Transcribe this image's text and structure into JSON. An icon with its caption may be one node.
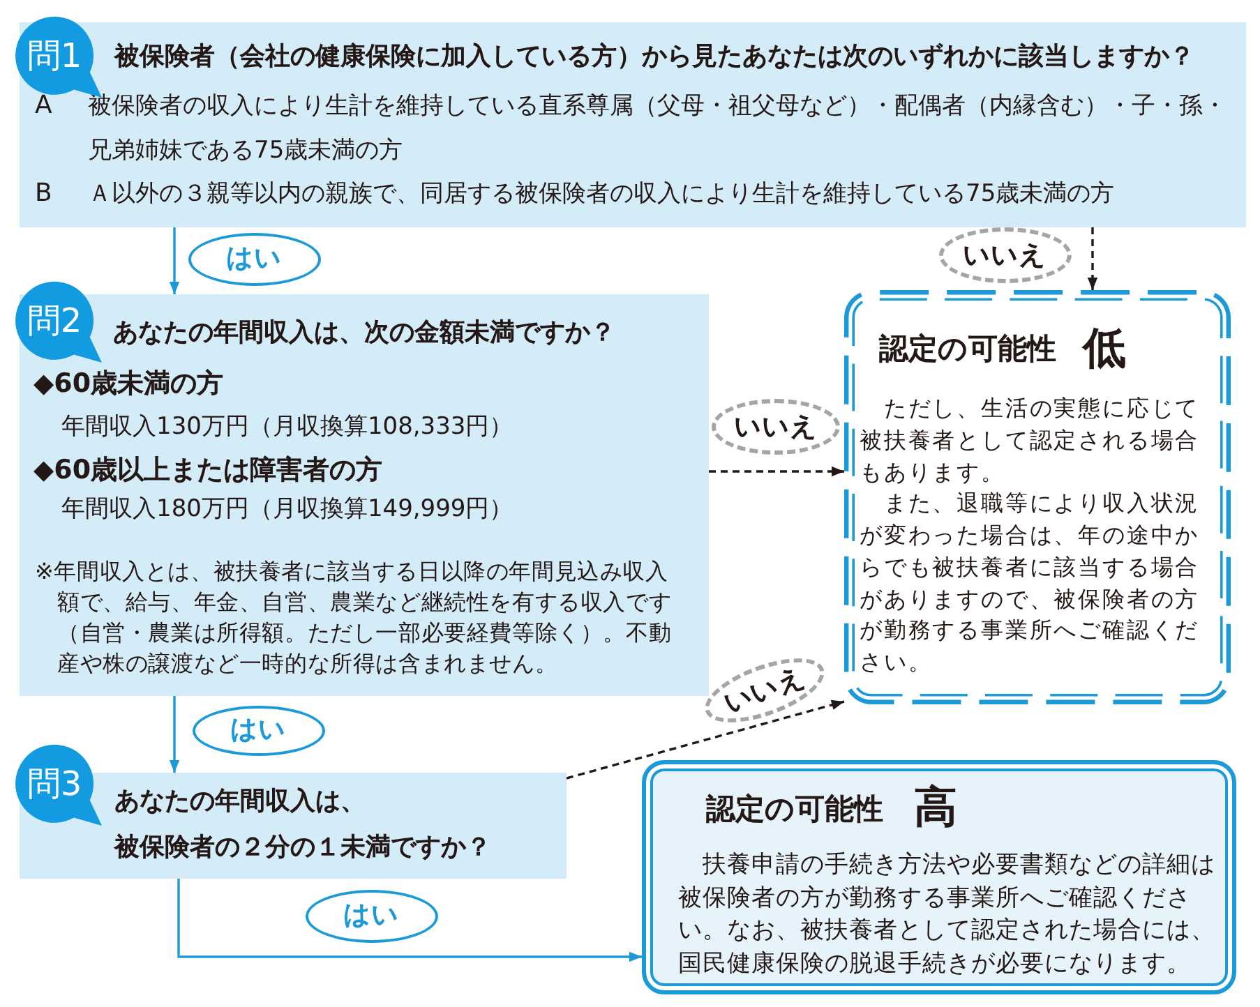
{
  "diagram": {
    "nodes": [
      {
        "text": [
          "問1",
          "被保険者（会社の健康保険に加入している方）から見たあなたは次のいずれかに該当しますか？",
          "A",
          "被保険者の収入により生計を維持している直系尊属（父母・祖父母など）・配偶者（内縁含む）・子・孫・兄弟姉妹である75歳未満の方",
          "B",
          "Ａ以外の３親等以内の親族で、同居する被保険者の収入により生計を維持している75歳未満の方"
        ]
      },
      {
        "text": [
          "問2",
          "あなたの年間収入は、次の金額未満ですか？",
          "◆60歳未満の方",
          "年間収入130万円（月収換算108,333円）",
          "◆60歳以上または障害者の方",
          "年間収入180万円（月収換算149,999円）",
          "※年間収入とは、被扶養者に該当する日以降の年間見込み収入額で、給与、年金、自営、農業など継続性を有する収入です（自営・農業は所得額。ただし一部必要経費等除く）。不動産や株の譲渡など一時的な所得は含まれません。"
        ]
      },
      {
        "text": [
          "認定の可能性",
          "低",
          "ただし、生活の実態に応じて被扶養者として認定される場合もあります。",
          "また、退職等により収入状況が変わった場合は、年の途中からでも被扶養者に該当する場合がありますので、被保険者の方が勤務する事業所へご確認ください。"
        ]
      },
      {
        "text": [
          "問3",
          "あなたの年間収入は、被保険者の２分の１未満ですか？"
        ]
      },
      {
        "text": [
          "認定の可能性",
          "高",
          "扶養申請の手続き方法や必要書類などの詳細は被保険者の方が勤務する事業所へご確認ください。なお、被扶養者として認定された場合には、国民健康保険の脱退手続きが必要になります。"
        ]
      }
    ],
    "edges": [
      {
        "from": 0,
        "to": 1,
        "arrow": "to",
        "label": "はい"
      },
      {
        "from": 0,
        "to": 2,
        "arrow": "to",
        "label": "いいえ",
        "style": "dashed",
        "color": "#231815"
      },
      {
        "from": 1,
        "to": 2,
        "arrow": "to",
        "label": "いいえ",
        "style": "dashed",
        "color": "#231815"
      },
      {
        "from": 1,
        "to": 3,
        "arrow": "to",
        "label": "はい"
      },
      {
        "from": 3,
        "to": 2,
        "arrow": "to",
        "label": "いいえ",
        "style": "dashed",
        "color": "#231815"
      },
      {
        "from": 3,
        "to": 4,
        "arrow": "to",
        "label": "はい"
      }
    ]
  }
}
